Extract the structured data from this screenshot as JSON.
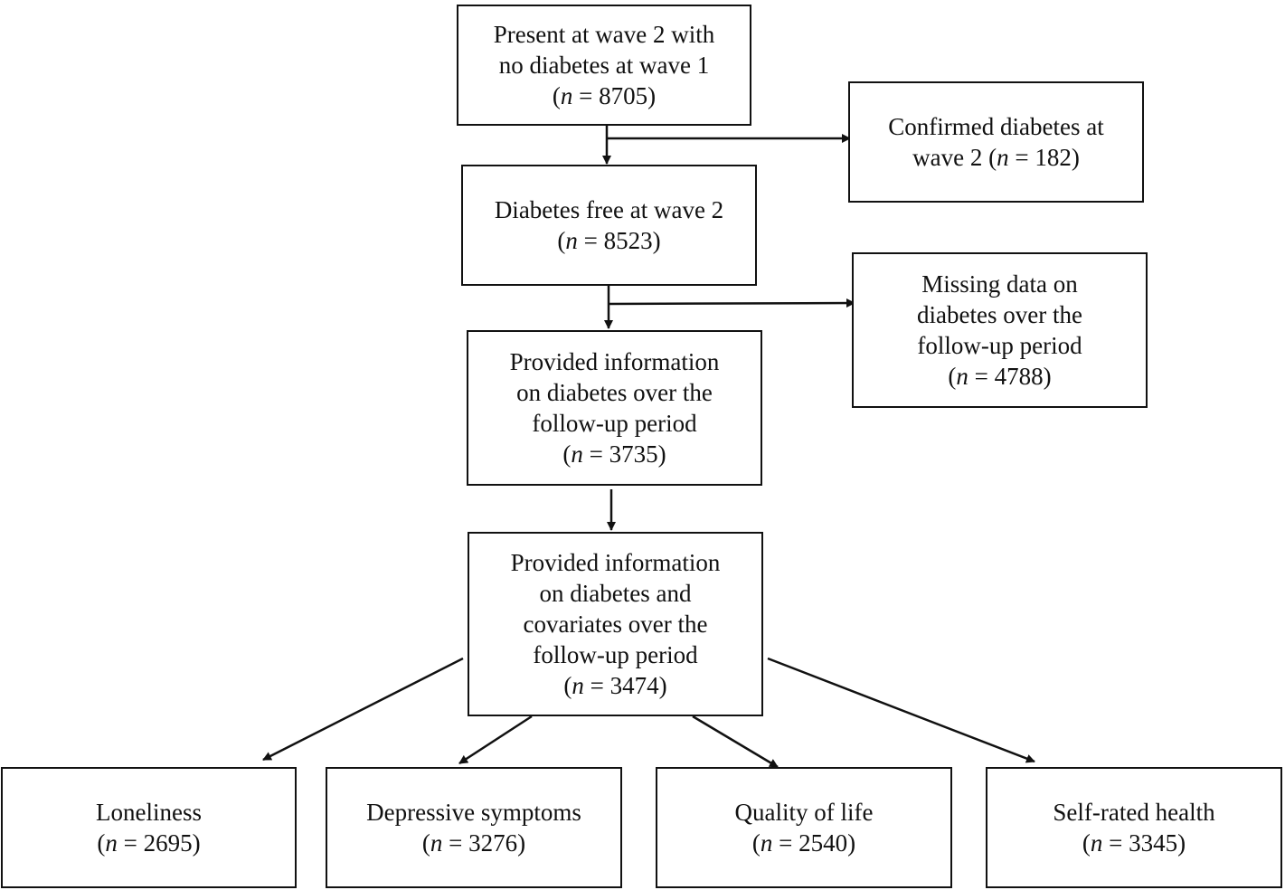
{
  "boxes": {
    "wave2": {
      "lines": [
        "Present at wave 2 with",
        "no diabetes at wave 1"
      ],
      "n_prefix": "(",
      "n_label": "n",
      "n_value": " = 8705)"
    },
    "confirmed": {
      "lines": [
        "Confirmed diabetes at"
      ],
      "last_line_prefix": "wave 2 (",
      "n_label": "n",
      "n_value": " = 182)"
    },
    "free": {
      "lines": [
        "Diabetes free at wave 2"
      ],
      "n_prefix": "(",
      "n_label": "n",
      "n_value": " = 8523)"
    },
    "missing": {
      "lines": [
        "Missing data on",
        "diabetes over the",
        "follow-up period"
      ],
      "n_prefix": "(",
      "n_label": "n",
      "n_value": " = 4788)"
    },
    "provided": {
      "lines": [
        "Provided information",
        "on diabetes over the",
        "follow-up period"
      ],
      "n_prefix": "(",
      "n_label": "n",
      "n_value": " = 3735)"
    },
    "covariates": {
      "lines": [
        "Provided information",
        "on diabetes and",
        "covariates over the",
        "follow-up period"
      ],
      "n_prefix": "(",
      "n_label": "n",
      "n_value": " = 3474)"
    },
    "loneliness": {
      "lines": [
        "Loneliness"
      ],
      "n_prefix": "(",
      "n_label": "n",
      "n_value": " = 2695)"
    },
    "depressive": {
      "lines": [
        "Depressive symptoms"
      ],
      "n_prefix": "(",
      "n_label": "n",
      "n_value": " = 3276)"
    },
    "quality": {
      "lines": [
        "Quality of life"
      ],
      "n_prefix": "(",
      "n_label": "n",
      "n_value": " = 2540)"
    },
    "selfrated": {
      "lines": [
        "Self-rated health"
      ],
      "n_prefix": "(",
      "n_label": "n",
      "n_value": " = 3345)"
    }
  }
}
